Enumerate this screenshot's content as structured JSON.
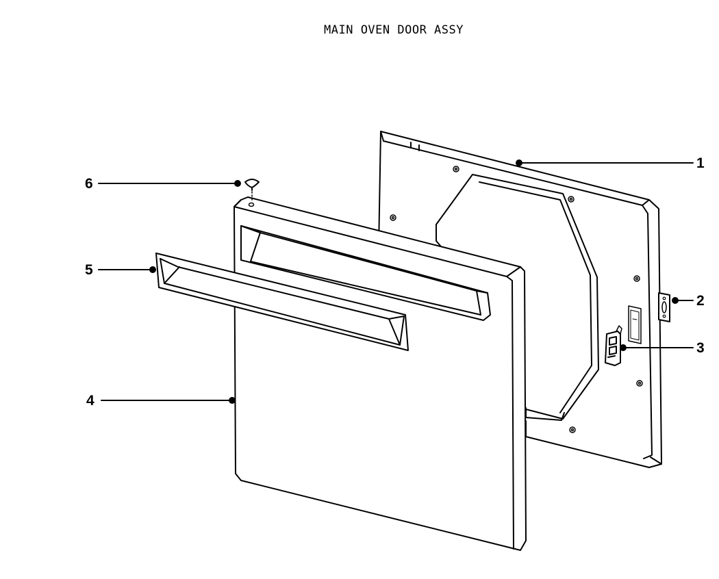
{
  "title": "MAIN OVEN DOOR ASSY",
  "callouts": [
    {
      "id": "1",
      "label": "1"
    },
    {
      "id": "2",
      "label": "2"
    },
    {
      "id": "3",
      "label": "3"
    },
    {
      "id": "4",
      "label": "4"
    },
    {
      "id": "5",
      "label": "5"
    },
    {
      "id": "6",
      "label": "6"
    }
  ]
}
